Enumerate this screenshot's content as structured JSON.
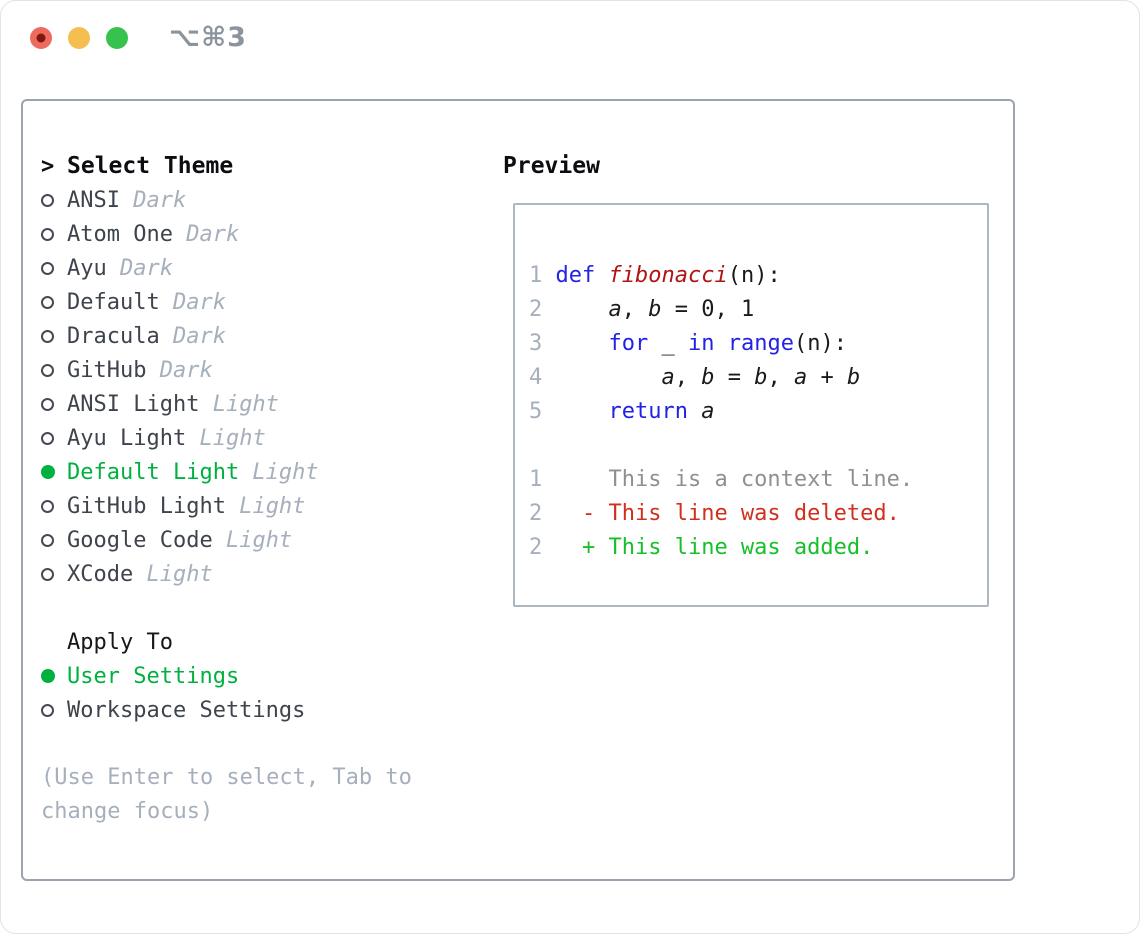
{
  "titlebar": {
    "shortcut": "⌥⌘3",
    "buttons": [
      {
        "name": "close-button",
        "color": "#ee6a5f",
        "dot": "#7e170e"
      },
      {
        "name": "minimize-button",
        "color": "#f5bf4f"
      },
      {
        "name": "zoom-button",
        "color": "#37c24d"
      }
    ]
  },
  "picker": {
    "pointer": ">",
    "title": "Select Theme",
    "themes": [
      {
        "name": "ANSI",
        "variant": "Dark",
        "selected": false
      },
      {
        "name": "Atom One",
        "variant": "Dark",
        "selected": false
      },
      {
        "name": "Ayu",
        "variant": "Dark",
        "selected": false
      },
      {
        "name": "Default",
        "variant": "Dark",
        "selected": false
      },
      {
        "name": "Dracula",
        "variant": "Dark",
        "selected": false
      },
      {
        "name": "GitHub",
        "variant": "Dark",
        "selected": false
      },
      {
        "name": "ANSI Light",
        "variant": "Light",
        "selected": false
      },
      {
        "name": "Ayu Light",
        "variant": "Light",
        "selected": false
      },
      {
        "name": "Default Light",
        "variant": "Light",
        "selected": true
      },
      {
        "name": "GitHub Light",
        "variant": "Light",
        "selected": false
      },
      {
        "name": "Google Code",
        "variant": "Light",
        "selected": false
      },
      {
        "name": "XCode",
        "variant": "Light",
        "selected": false
      }
    ],
    "apply": {
      "title": "Apply To",
      "options": [
        {
          "label": "User Settings",
          "selected": true
        },
        {
          "label": "Workspace Settings",
          "selected": false
        }
      ]
    },
    "hint": [
      "(Use Enter to select, Tab to",
      "change focus)"
    ]
  },
  "preview": {
    "title": "Preview",
    "code": [
      {
        "num": "1",
        "tokens": [
          {
            "t": "def",
            "c": "kw"
          },
          {
            "t": " "
          },
          {
            "t": "fibonacci",
            "c": "fn"
          },
          {
            "t": "(n):"
          }
        ]
      },
      {
        "num": "2",
        "tokens": [
          {
            "t": "    "
          },
          {
            "t": "a",
            "c": "var"
          },
          {
            "t": ", "
          },
          {
            "t": "b",
            "c": "var"
          },
          {
            "t": " = 0, 1"
          }
        ]
      },
      {
        "num": "3",
        "tokens": [
          {
            "t": "    "
          },
          {
            "t": "for",
            "c": "kw"
          },
          {
            "t": " _ "
          },
          {
            "t": "in",
            "c": "kw"
          },
          {
            "t": " "
          },
          {
            "t": "range",
            "c": "kw"
          },
          {
            "t": "(n):"
          }
        ]
      },
      {
        "num": "4",
        "tokens": [
          {
            "t": "        "
          },
          {
            "t": "a",
            "c": "var"
          },
          {
            "t": ", "
          },
          {
            "t": "b",
            "c": "var"
          },
          {
            "t": " = "
          },
          {
            "t": "b",
            "c": "var"
          },
          {
            "t": ", "
          },
          {
            "t": "a",
            "c": "var"
          },
          {
            "t": " + "
          },
          {
            "t": "b",
            "c": "var"
          }
        ]
      },
      {
        "num": "5",
        "tokens": [
          {
            "t": "    "
          },
          {
            "t": "return",
            "c": "kw"
          },
          {
            "t": " "
          },
          {
            "t": "a",
            "c": "var"
          }
        ]
      }
    ],
    "diff": [
      {
        "num": "1",
        "marker": " ",
        "text": "This is a context line.",
        "type": "context"
      },
      {
        "num": "2",
        "marker": "-",
        "text": "This line was deleted.",
        "type": "deleted"
      },
      {
        "num": "2",
        "marker": "+",
        "text": "This line was added.",
        "type": "added"
      }
    ]
  },
  "colors": {
    "selection_green": "#00b140",
    "added_green": "#17bf2b",
    "deleted_red": "#d0301e",
    "context_gray": "#8f9094",
    "keyword_blue": "#2222e6",
    "function_red": "#b01414",
    "muted_gray": "#a6afbc",
    "list_text": "#3e434c",
    "panel_border": "#9aa3ae",
    "preview_border": "#aeb6c0"
  }
}
